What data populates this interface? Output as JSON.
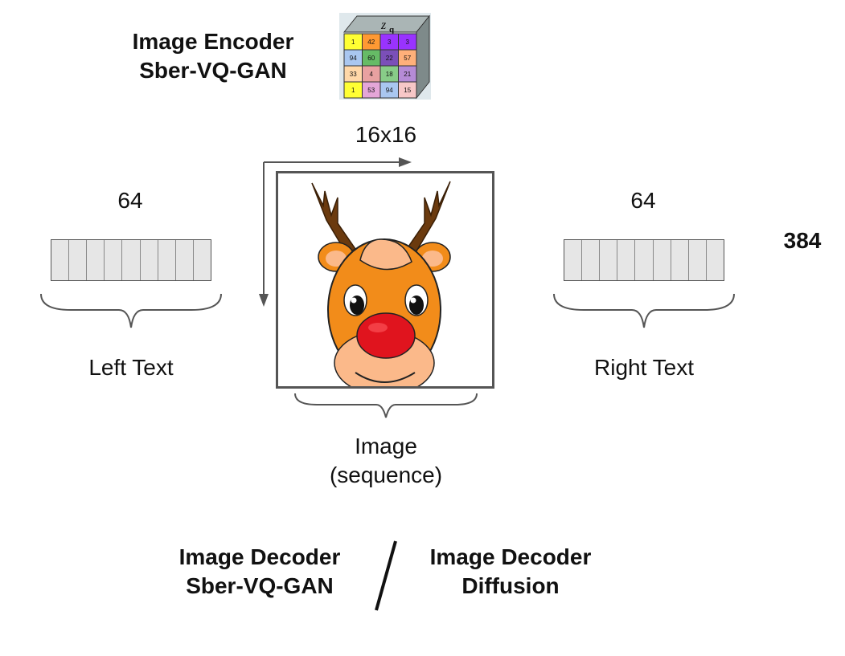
{
  "encoder": {
    "line1": "Image Encoder",
    "line2": "Sber-VQ-GAN"
  },
  "zq_label": "z",
  "zq_sub": "q",
  "codebook": {
    "rows": [
      [
        "1",
        "42",
        "3",
        "3"
      ],
      [
        "94",
        "60",
        "22",
        "57"
      ],
      [
        "33",
        "4",
        "18",
        "21"
      ],
      [
        "1",
        "53",
        "94",
        "15"
      ]
    ],
    "colors": [
      [
        "#ffff33",
        "#ff9933",
        "#9933ff",
        "#9933ff"
      ],
      [
        "#a9c7f0",
        "#66bb66",
        "#7b4fb8",
        "#ffb07a"
      ],
      [
        "#ffd8a8",
        "#e8a1a1",
        "#88cc88",
        "#b58bd6"
      ],
      [
        "#ffff33",
        "#e4a6d8",
        "#a9c7f0",
        "#f7c7c7"
      ]
    ]
  },
  "grid_size": "16x16",
  "left": {
    "count": "64",
    "label": "Left Text",
    "tokens": 9
  },
  "right": {
    "count": "64",
    "label": "Right Text",
    "tokens": 9
  },
  "total": "384",
  "image": {
    "line1": "Image",
    "line2": "(sequence)"
  },
  "decoders": {
    "a_line1": "Image Decoder",
    "a_line2": "Sber-VQ-GAN",
    "b_line1": "Image Decoder",
    "b_line2": "Diffusion"
  },
  "colors": {
    "antler": "#6b3a0e",
    "head": "#f28c1a",
    "muzzle": "#fbb98a",
    "nose": "#e0141e",
    "token_fill": "#e6e6e6"
  }
}
